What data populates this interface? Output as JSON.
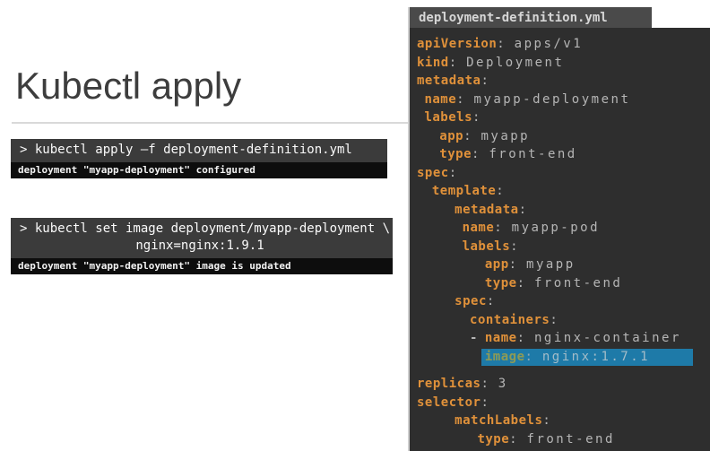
{
  "slide": {
    "title": "Kubectl apply"
  },
  "terminals": [
    {
      "command_lines": [
        "> kubectl apply –f deployment-definition.yml"
      ],
      "output": "deployment \"myapp-deployment\" configured"
    },
    {
      "command_lines": [
        "> kubectl set image deployment/myapp-deployment \\",
        "nginx=nginx:1.9.1"
      ],
      "output": "deployment \"myapp-deployment\" image is updated"
    }
  ],
  "editor": {
    "tab_title": "deployment-definition.yml",
    "lines": [
      {
        "indent": 0,
        "key": "apiVersion",
        "value": "apps/v1"
      },
      {
        "indent": 0,
        "key": "kind",
        "value": "Deployment"
      },
      {
        "indent": 0,
        "key": "metadata",
        "value": ""
      },
      {
        "indent": 1,
        "key": "name",
        "value": "myapp-deployment"
      },
      {
        "indent": 1,
        "key": "labels",
        "value": ""
      },
      {
        "indent": 3,
        "key": "app",
        "value": "myapp"
      },
      {
        "indent": 3,
        "key": "type",
        "value": "front-end"
      },
      {
        "indent": 0,
        "key": "spec",
        "value": ""
      },
      {
        "indent": 2,
        "key": "template",
        "value": ""
      },
      {
        "indent": 5,
        "key": "metadata",
        "value": ""
      },
      {
        "indent": 6,
        "key": "name",
        "value": "myapp-pod"
      },
      {
        "indent": 6,
        "key": "labels",
        "value": ""
      },
      {
        "indent": 9,
        "key": "app",
        "value": "myapp"
      },
      {
        "indent": 9,
        "key": "type",
        "value": "front-end"
      },
      {
        "indent": 5,
        "key": "spec",
        "value": ""
      },
      {
        "indent": 7,
        "key": "containers",
        "value": ""
      },
      {
        "indent": 7,
        "key": "name",
        "value": "nginx-container",
        "dash": "- "
      },
      {
        "indent": 9,
        "key": "image",
        "value": "nginx:1.7.1",
        "highlight": true
      },
      {
        "indent": 0,
        "key": "replicas",
        "value": "3",
        "gap": true
      },
      {
        "indent": 0,
        "key": "selector",
        "value": ""
      },
      {
        "indent": 5,
        "key": "matchLabels",
        "value": ""
      },
      {
        "indent": 8,
        "key": "type",
        "value": "front-end"
      }
    ]
  },
  "colors": {
    "yaml_key": "#e0913a",
    "yaml_value": "#b5b5b5",
    "editor_background": "#2e2e2e",
    "editor_tab_background": "#4a4a4a",
    "highlight_background": "#1e7aa8",
    "terminal_header_background": "#3b3b3b",
    "terminal_output_background": "#0d0d0d",
    "title_text": "#3d3d3d",
    "divider": "#d9d9d9"
  }
}
